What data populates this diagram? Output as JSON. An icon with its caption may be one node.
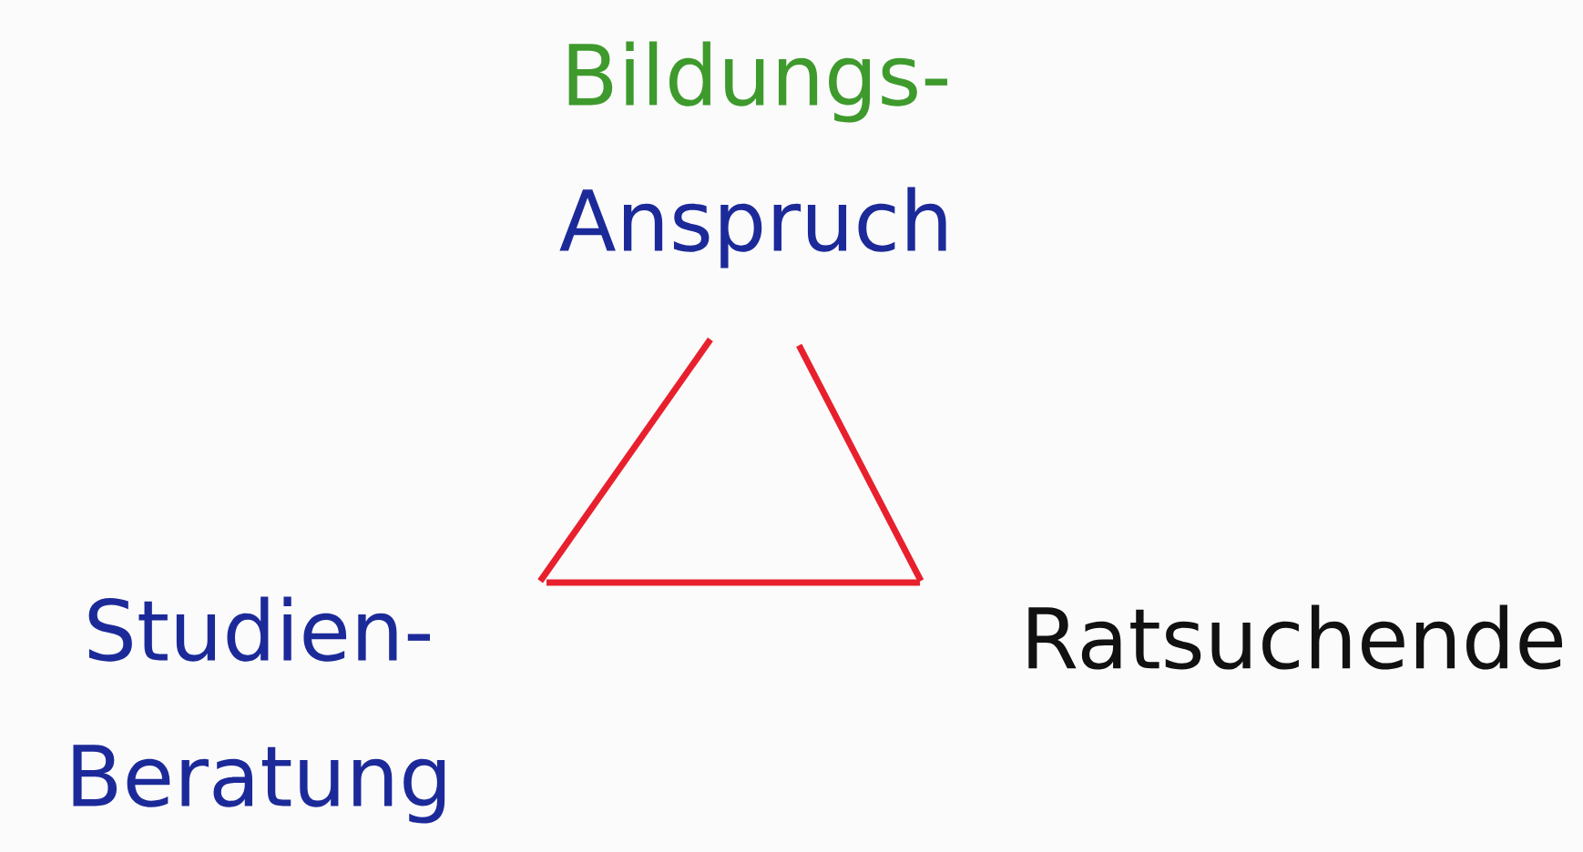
{
  "diagram": {
    "nodes": [
      {
        "text": [
          "Bildungs-",
          "Anspruch"
        ]
      },
      {
        "text": [
          "Studien- Beratung"
        ]
      },
      {
        "text": [
          "Ratsuchende"
        ]
      }
    ],
    "edges": [
      {
        "from": 0,
        "to": 1,
        "arrow": "none"
      },
      {
        "from": 0,
        "to": 2,
        "arrow": "none"
      },
      {
        "from": 1,
        "to": 2,
        "arrow": "none"
      }
    ]
  }
}
